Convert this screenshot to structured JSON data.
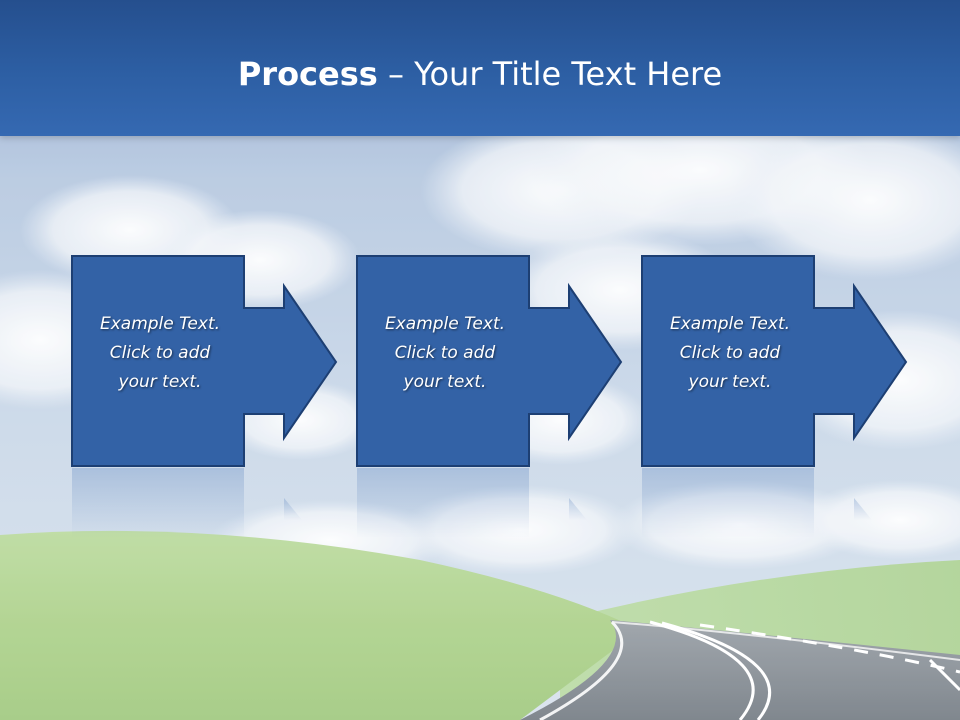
{
  "slide": {
    "title_bold": "Process",
    "title_rest": "– Your Title Text Here"
  },
  "process": {
    "steps": [
      {
        "line1": "Example Text.",
        "line2": "Click  to add",
        "line3": "your text."
      },
      {
        "line1": "Example Text.",
        "line2": "Click  to add",
        "line3": "your text."
      },
      {
        "line1": "Example Text.",
        "line2": "Click  to add",
        "line3": "your text."
      }
    ]
  },
  "colors": {
    "title_bar": "#2d5fa4",
    "step_fill": "#3362a6",
    "step_border": "#1d3f73",
    "sky": "#a8c0dc",
    "grass": "#a7cf80",
    "road": "#7c848c"
  }
}
